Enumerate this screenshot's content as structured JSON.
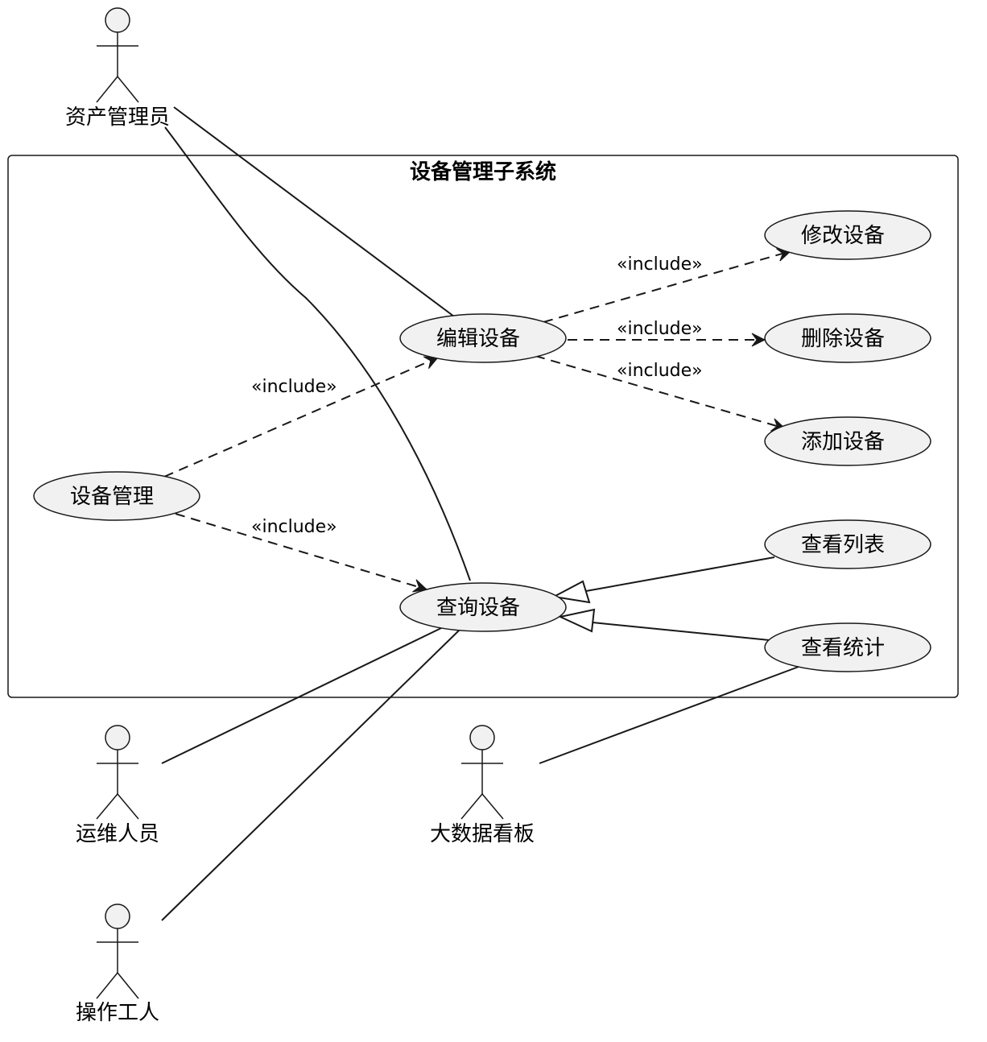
{
  "diagram": {
    "system": {
      "title": "设备管理子系统"
    },
    "actors": {
      "asset_admin": "资产管理员",
      "ops_staff": "运维人员",
      "bigdata_board": "大数据看板",
      "operator": "操作工人"
    },
    "usecases": {
      "modify_device": "修改设备",
      "edit_device": "编辑设备",
      "delete_device": "删除设备",
      "add_device": "添加设备",
      "device_mgmt": "设备管理",
      "view_list": "查看列表",
      "query_device": "查询设备",
      "view_stats": "查看统计"
    },
    "relations": {
      "include_label": "«include»"
    },
    "colors": {
      "usecase_fill": "#f1f1f1",
      "stroke": "#181818",
      "background": "#ffffff"
    }
  }
}
